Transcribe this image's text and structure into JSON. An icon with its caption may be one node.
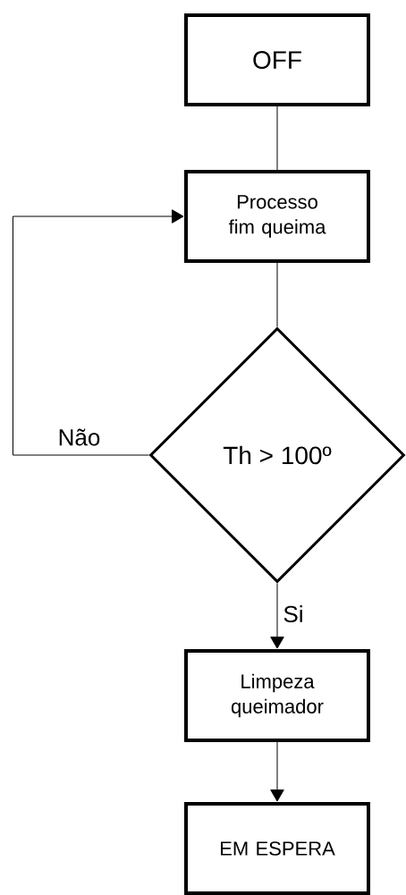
{
  "diagram": {
    "nodes": [
      {
        "text": [
          "OFF"
        ]
      },
      {
        "text": [
          "Processo fim queima"
        ]
      },
      {
        "text": [
          "Th > 100º"
        ]
      },
      {
        "text": [
          "Limpeza queimador"
        ]
      },
      {
        "text": [
          "EM ESPERA"
        ]
      }
    ],
    "edges": [
      {
        "from": 0,
        "to": 1,
        "arrow": "none"
      },
      {
        "from": 1,
        "to": 2,
        "arrow": "none"
      },
      {
        "from": 2,
        "to": 1,
        "arrow": "to",
        "label": "Não"
      },
      {
        "from": 2,
        "to": 3,
        "arrow": "to",
        "label": "Si"
      },
      {
        "from": 3,
        "to": 4,
        "arrow": "to"
      }
    ]
  }
}
